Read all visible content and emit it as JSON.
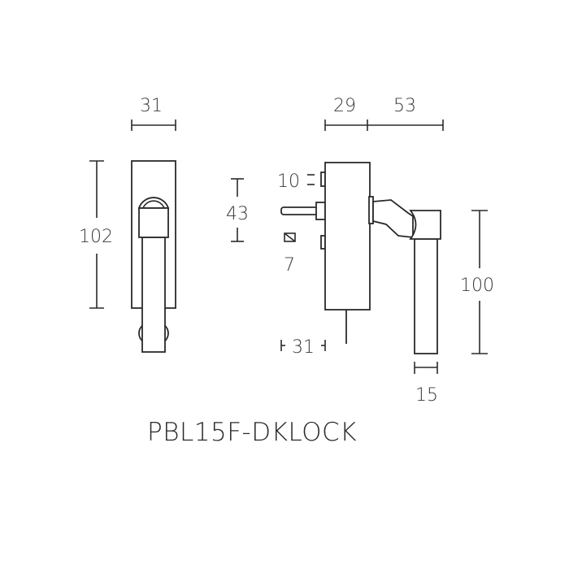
{
  "title": "PBL15F-DKLOCK",
  "front_view": {
    "width": "31",
    "height": "102"
  },
  "side_view": {
    "depth_body": "29",
    "projection": "53",
    "spindle_offset": "43",
    "thickness_small": "10",
    "spindle_square": "7",
    "pin_length": "31",
    "grip_length": "100",
    "grip_width": "15"
  }
}
